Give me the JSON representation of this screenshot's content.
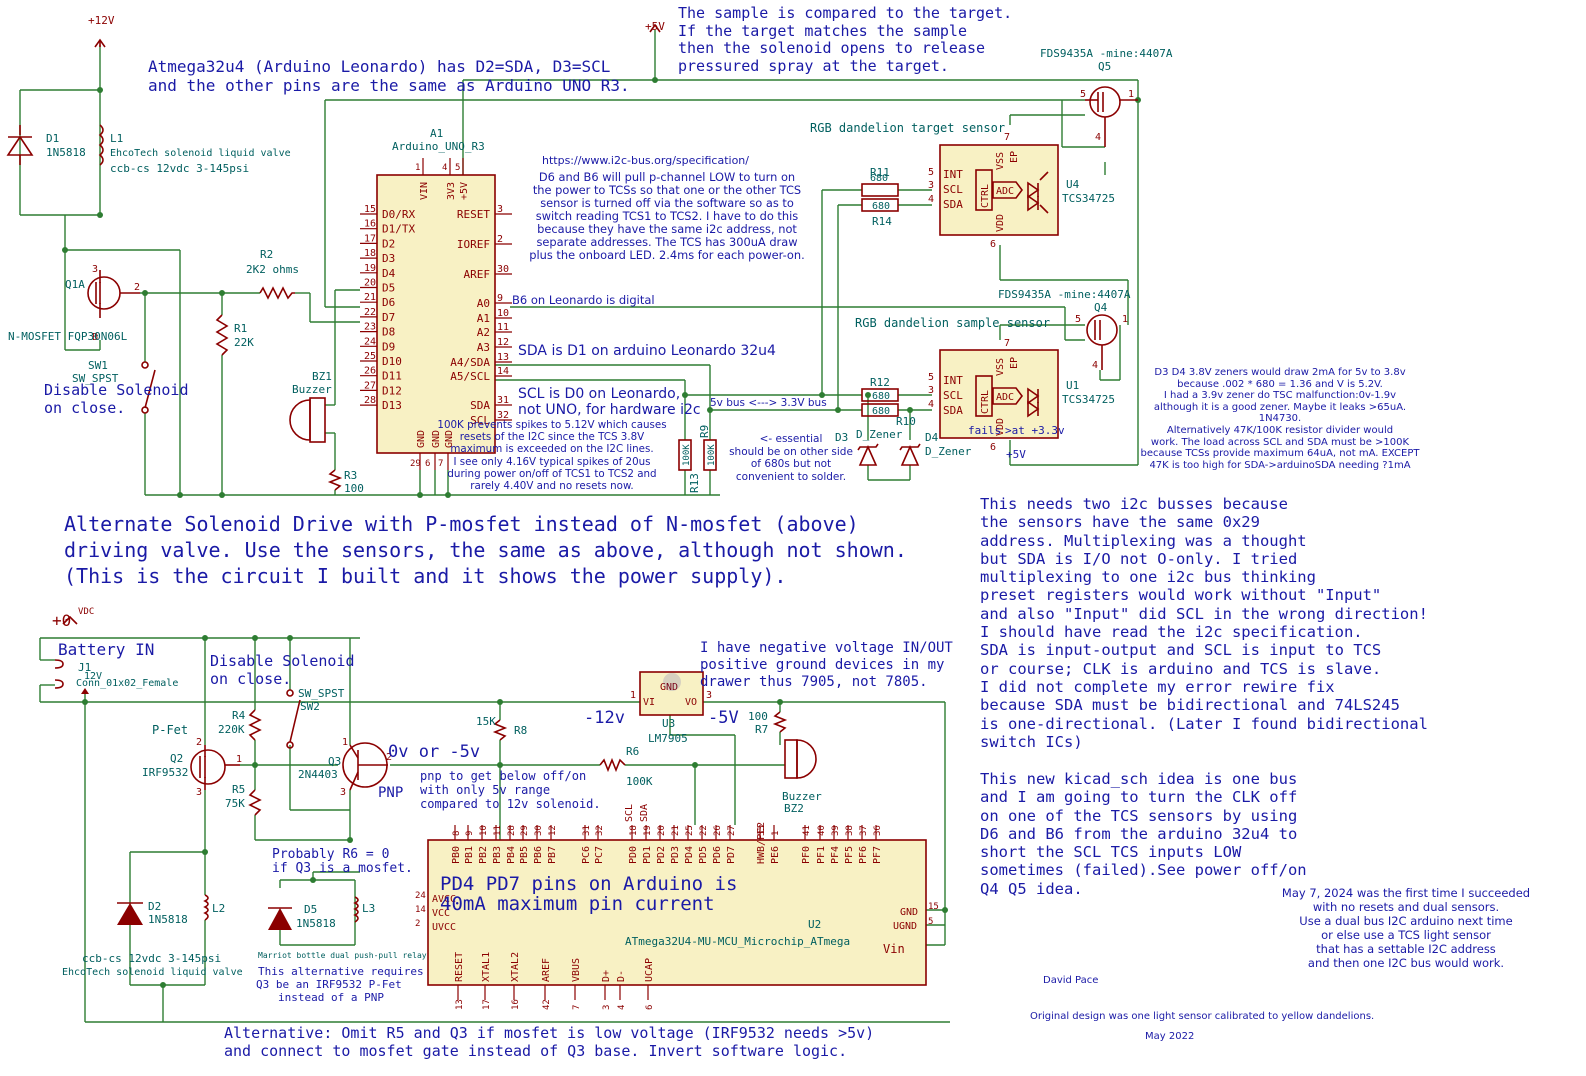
{
  "notes": {
    "atmega_l1": "Atmega32u4 (Arduino Leonardo) has D2=SDA, D3=SCL",
    "atmega_l2": "and the other pins are the same as Arduino UNO R3.",
    "sample_l1": "The sample is compared to the target.",
    "sample_l2": "If the target matches the sample",
    "sample_l3": "then the solenoid opens to release",
    "sample_l4": "pressured spray at the target.",
    "url": "https://www.i2c-bus.org/specification/",
    "d6_l1": "D6 and B6 will pull p-channel LOW to turn on",
    "d6_l2": "the power to TCSs so that one or the other TCS",
    "d6_l3": "sensor is turned off via the software so as to",
    "d6_l4": "switch reading TCS1 to TCS2. I have to do this",
    "d6_l5": "because they have the same i2c address, not",
    "d6_l6": "separate addresses. The TCS has 300uA draw",
    "d6_l7": "plus the onboard LED. 2.4ms for each power-on.",
    "b6": "B6 on Leonardo is digital",
    "sda_note": "SDA is D1 on arduino Leonardo 32u4",
    "scl_l1": "SCL is D0 on Leonardo,",
    "scl_l2": "not UNO, for hardware i2c",
    "bus": "5v bus <---> 3.3V bus",
    "spikes_l1": "100K prevents spikes to 5.12V which causes",
    "spikes_l2": "resets of the I2C since the TCS 3.8V",
    "spikes_l3": "maximum is exceeded on the I2C lines.",
    "spikes_l4": "I see only 4.16V typical spikes of 20us",
    "spikes_l5": "during power on/off of TCS1 to TCS2 and",
    "spikes_l6": "rarely 4.40V and no resets now.",
    "ess_l1": "<- essential",
    "ess_l2": "should be on other side",
    "ess_l3": "of 680s but not",
    "ess_l4": "convenient to solder.",
    "zener_l1": "D3 D4 3.8V zeners would draw 2mA for 5v to 3.8v",
    "zener_l2": "because .002 * 680 = 1.36 and V is 5.2V.",
    "zener_l3": "I had a 3.9v zener do TSC malfunction:0v-1.9v",
    "zener_l4": "although it is a good zener. Maybe it leaks >65uA.",
    "zener_l5": "1N4730.",
    "zener_l6": "Alternatively 47K/100K resistor divider would",
    "zener_l7": "work. The load across SCL and SDA must be >100K",
    "zener_l8": "because TCSs provide maximum 64uA, not mA. EXCEPT",
    "zener_l9": "47K is too high for SDA->arduinoSDA needing ?1mA",
    "alt_l1": "Alternate Solenoid Drive with P-mosfet instead of N-mosfet (above)",
    "alt_l2": "driving valve. Use the sensors, the same as above, although not shown.",
    "alt_l3": "(This is the circuit I built and it shows the power supply).",
    "i2c_l1": "This needs two i2c busses because",
    "i2c_l2": "the sensors have the same 0x29",
    "i2c_l3": "address. Multiplexing was a thought",
    "i2c_l4": "but SDA is I/O not O-only. I tried",
    "i2c_l5": "multiplexing to one i2c bus thinking",
    "i2c_l6": "preset registers would work without \"Input\"",
    "i2c_l7": "and also \"Input\" did SCL in the wrong direction!",
    "i2c_l8": "I should have read the i2c specification.",
    "i2c_l9": "SDA is input-output and SCL is input to TCS",
    "i2c_l10": "or course; CLK is arduino and TCS is slave.",
    "i2c_l11": "I did not complete my error rewire fix",
    "i2c_l12": "because SDA must be bidirectional and 74LS245",
    "i2c_l13": "is one-directional. (Later I found bidirectional",
    "i2c_l14": "switch ICs)",
    "kicad_l1": "This new kicad_sch idea is one bus",
    "kicad_l2": "and I am going to turn the CLK off",
    "kicad_l3": "on one of the TCS sensors by using",
    "kicad_l4": "D6 and B6 from the arduino 32u4 to",
    "kicad_l5": "short the SCL TCS inputs LOW",
    "kicad_l6": "sometimes (failed).See power off/on",
    "kicad_l7": "Q4 Q5 idea.",
    "may_l1": "May 7, 2024 was the first time I succeeded",
    "may_l2": "with no resets and dual sensors.",
    "may_l3": "Use a dual bus I2C arduino next time",
    "may_l4": "or else use a TCS light sensor",
    "may_l5": "that has a settable I2C address",
    "may_l6": "and then one I2C bus would work.",
    "author": "David Pace",
    "orig": "Original design was one light sensor calibrated to yellow dandelions.",
    "date": "May 2022",
    "battery": "Battery IN",
    "disable_l1": "Disable Solenoid",
    "disable_l2": "on close.",
    "neg_l1": "I have negative voltage IN/OUT",
    "neg_l2": "positive ground devices in my",
    "neg_l3": "drawer thus 7905, not 7805.",
    "v_neg12": "-12v",
    "v_neg5": "-5V",
    "v_0or5": "0v or -5v",
    "pnp_l1": "pnp to get below off/on",
    "pnp_l2": "with only 5v range",
    "pnp_l3": "compared to 12v solenoid.",
    "r6_l1": "Probably R6 = 0",
    "r6_l2": "if Q3 is a mosfet.",
    "pd4_l1": "PD4 PD7 pins on Arduino is",
    "pd4_l2": "40mA maximum pin current",
    "marriot": "Marriot bottle dual push-pull relays",
    "altreq_l1": "This alternative requires",
    "altreq_l2": "Q3 be an IRF9532 P-Fet",
    "altreq_l3": "instead of a PNP",
    "omit_l1": "Alternative: Omit R5 and Q3 if mosfet is low voltage (IRF9532 needs >5v)",
    "omit_l2": "and connect to mosfet gate instead of Q3 base. Invert software logic.",
    "fails": "fails",
    "at33": ">at +3.3v"
  },
  "labels": {
    "p12v": "+12V",
    "p5v": "+5V",
    "p5v_u1": "+5V",
    "p0": "+0",
    "vdc": "VDC",
    "d1": "D1",
    "d1v": "1N5818",
    "l1": "L1",
    "l1v": "EhcoTech solenoid liquid valve",
    "l1v2": "ccb-cs 12vdc 3-145psi",
    "q1": "Q1A",
    "q1v": "N-MOSFET FQP30N06L",
    "r2": "R2",
    "r2v": "2K2 ohms",
    "r1": "R1",
    "r1v": "22K",
    "sw1": "SW1",
    "sw1v": "SW_SPST",
    "disable1": "Disable Solenoid",
    "disable2": "on close.",
    "bz1": "BZ1",
    "bz1v": "Buzzer",
    "r3": "R3",
    "r3v": "100",
    "a1": "A1",
    "a1v": "Arduino_UNO_R3",
    "fds_q5": "FDS9435A -mine:4407A",
    "q5": "Q5",
    "fds_q4": "FDS9435A -mine:4407A",
    "q4": "Q4",
    "target": "RGB dandelion target sensor",
    "sample": "RGB dandelion sample sensor",
    "r11": "R11",
    "r14": "R14",
    "r12": "R12",
    "r10": "R10",
    "ohm680": "680",
    "u4": "U4",
    "u4v": "TCS34725",
    "u1": "U1",
    "u1v": "TCS34725",
    "r13": "R13",
    "r9": "R9",
    "r100k": "100K",
    "d3": "D3",
    "d4": "D4",
    "dz": "D_Zener",
    "ctrl": "CTRL",
    "adc": "ADC",
    "int": "INT",
    "scl": "SCL",
    "sda": "SDA",
    "vss": "VSS",
    "ep": "EP",
    "vdd": "VDD",
    "j1": "J1",
    "j1a": "12V",
    "j1v": "Conn_01x02_Female",
    "r4": "R4",
    "r4v": "220K",
    "r5": "R5",
    "r5v": "75K",
    "q2": "Q2",
    "q2v": "IRF9532",
    "pfet": "P-Fet",
    "sw2": "SW2",
    "sw2v": "SW_SPST",
    "q3": "Q3",
    "q3v": "2N4403",
    "pnp": "PNP",
    "r8": "R8",
    "r8v": "15K",
    "u3": "U3",
    "u3v": "LM7905",
    "vi": "VI",
    "vo": "VO",
    "gnd": "GND",
    "r7": "R7",
    "r7v": "100",
    "r6": "R6",
    "r6v": "100K",
    "bz2": "Buzzer",
    "bz2v": "BZ2",
    "d2": "D2",
    "d2v": "1N5818",
    "l2": "L2",
    "l2v": "ccb-cs 12vdc 3-145psi",
    "l2v2": "EhcoTech solenoid liquid valve",
    "d5": "D5",
    "d5v": "1N5818",
    "l3": "L3",
    "u2": "U2",
    "u2v": "ATmega32U4-MU-MCU_Microchip_ATmega",
    "avcc": "AVCC",
    "vcc": "VCC",
    "uvcc": "UVCC",
    "u2gnd": "GND",
    "ugnd": "UGND",
    "vin": "Vin",
    "hwb": "HWB/PE2",
    "pe6": "PE6"
  },
  "arduino_left": [
    "D0/RX",
    "D1/TX",
    "D2",
    "D3",
    "D4",
    "D5",
    "D6",
    "D7",
    "D8",
    "D9",
    "D10",
    "D11",
    "D12",
    "D13"
  ],
  "arduino_left_pins": [
    "15",
    "16",
    "17",
    "18",
    "19",
    "20",
    "21",
    "22",
    "23",
    "24",
    "25",
    "26",
    "27",
    "28"
  ],
  "arduino_right": [
    "RESET",
    "IOREF",
    "AREF",
    "A0",
    "A1",
    "A2",
    "A3",
    "A4/SDA",
    "A5/SCL",
    "SDA",
    "SCL"
  ],
  "arduino_right_pins": [
    "3",
    "2",
    "30",
    "9",
    "10",
    "11",
    "12",
    "13",
    "14",
    "31",
    "32"
  ],
  "arduino_top": [
    "VIN",
    "3V3",
    "+5V"
  ],
  "arduino_top_pins": [
    "1",
    "4",
    "5"
  ],
  "arduino_bottom": [
    "GND",
    "GND",
    "GND"
  ],
  "arduino_bottom_pins": [
    "29",
    "6",
    "7"
  ],
  "u2_top": [
    "PB0",
    "PB1",
    "PB2",
    "PB3",
    "PB4",
    "PB5",
    "PB6",
    "PB7",
    "PC6",
    "PC7",
    "PD0",
    "PD1",
    "PD2",
    "PD3",
    "PD4",
    "PD5",
    "PD6",
    "PD7",
    "HWB/PE2",
    "PE6",
    "PF0",
    "PF1",
    "PF4",
    "PF5",
    "PF6",
    "PF7"
  ],
  "u2_top_pins": [
    "8",
    "9",
    "10",
    "11",
    "28",
    "29",
    "30",
    "12",
    "31",
    "32",
    "18",
    "19",
    "20",
    "21",
    "25",
    "22",
    "26",
    "27",
    "33",
    "1",
    "41",
    "40",
    "39",
    "38",
    "37",
    "36"
  ],
  "u2_bottom": [
    "RESET",
    "XTAL1",
    "XTAL2",
    "AREF",
    "VBUS",
    "D+",
    "D-",
    "UCAP"
  ],
  "u2_bottom_pins": [
    "13",
    "17",
    "16",
    "42",
    "7",
    "3",
    "4",
    "6"
  ],
  "u2_scl": "SCL",
  "u2_sda": "SDA"
}
